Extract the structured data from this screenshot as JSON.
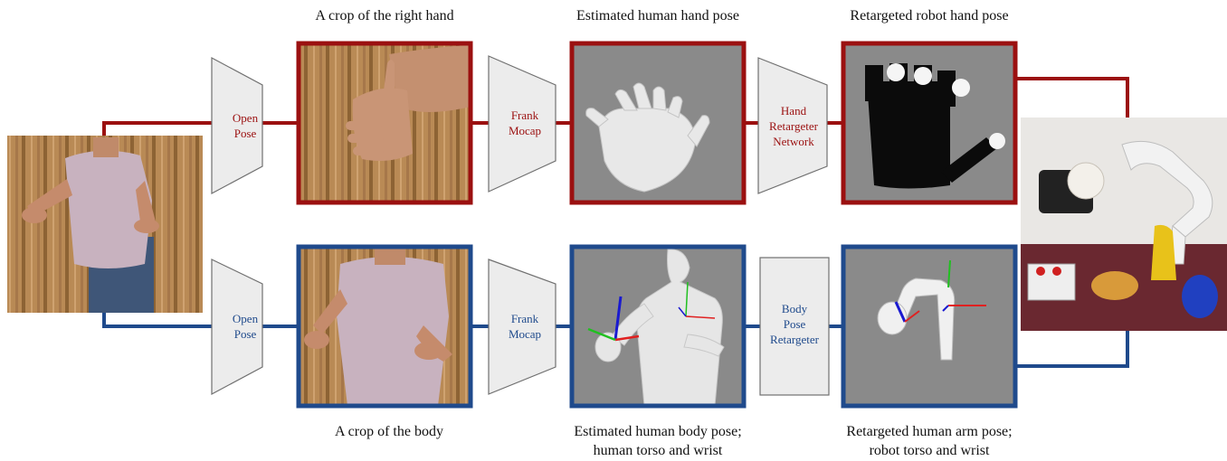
{
  "captions": {
    "right_hand_crop": "A crop of the right hand",
    "estimated_hand_pose": "Estimated human hand pose",
    "retargeted_robot_hand": "Retargeted robot hand pose",
    "body_crop": "A crop of the body",
    "estimated_body_pose": [
      "Estimated human body pose;",
      "human torso and wrist"
    ],
    "retargeted_arm_pose": [
      "Retargeted human arm pose;",
      "robot torso and wrist"
    ]
  },
  "blocks": {
    "openpose_top": [
      "Open",
      "Pose"
    ],
    "frankmocap_top": [
      "Frank",
      "Mocap"
    ],
    "hand_retargeter": [
      "Hand",
      "Retargeter",
      "Network"
    ],
    "openpose_bottom": [
      "Open",
      "Pose"
    ],
    "frankmocap_bottom": [
      "Frank",
      "Mocap"
    ],
    "body_retargeter": [
      "Body",
      "Pose",
      "Retargeter"
    ]
  },
  "colors": {
    "hand_pipeline": "#9b1010",
    "body_pipeline": "#1f4a8c",
    "block_fill": "#ececec",
    "render_background": "#8a8a8a"
  }
}
